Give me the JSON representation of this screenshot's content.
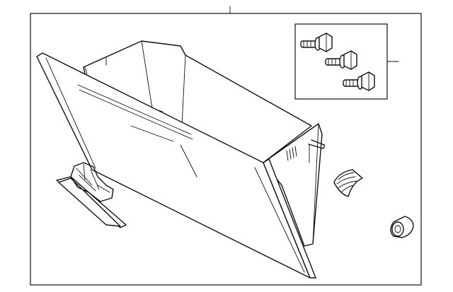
{
  "diagram": {
    "parts": [
      {
        "id": "glove-box-assembly",
        "icon": "glove-box-bin-icon"
      },
      {
        "id": "bolt-kit",
        "icon": "hex-flange-bolt-icon",
        "count": 3
      },
      {
        "id": "latch-handle",
        "icon": "latch-handle-icon"
      },
      {
        "id": "damper",
        "icon": "damper-icon"
      },
      {
        "id": "bumper-stop",
        "icon": "bumper-stop-icon"
      }
    ],
    "line_color": "#111111",
    "background": "#ffffff"
  }
}
